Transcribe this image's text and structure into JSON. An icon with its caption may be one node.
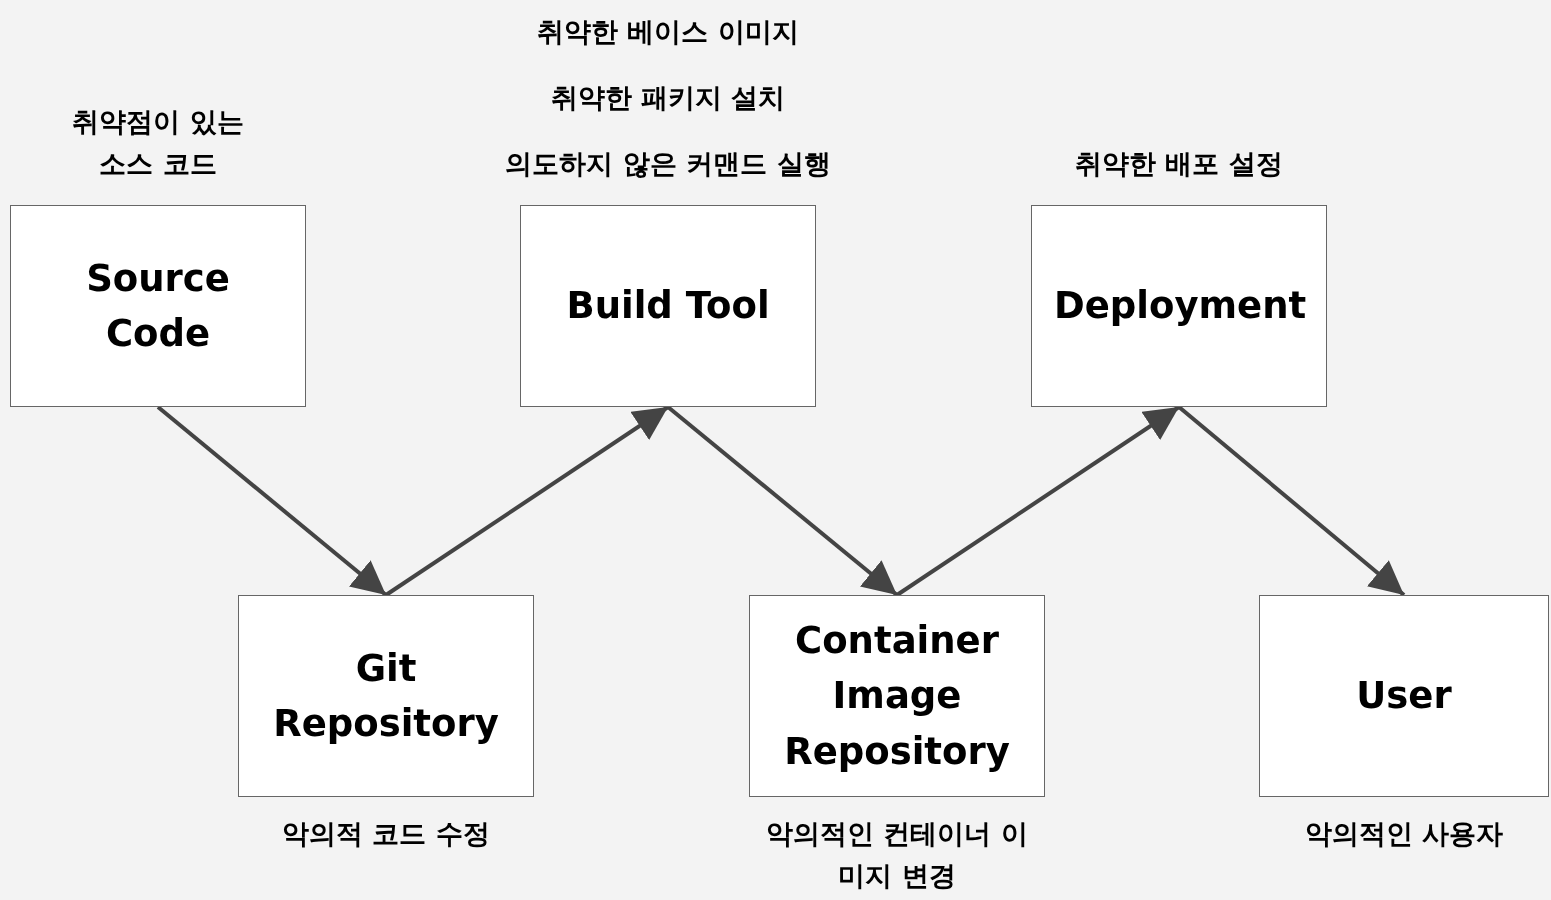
{
  "diagram": {
    "nodes": [
      {
        "text": [
          "Source Code"
        ],
        "beside": [
          "취약점이 있는 소스 코드"
        ]
      },
      {
        "text": [
          "Build Tool"
        ],
        "beside": [
          "취약한 베이스 이미지",
          "취약한 패키지 설치",
          "의도하지 않은 커맨드 실행"
        ]
      },
      {
        "text": [
          "Deployment"
        ],
        "beside": [
          "취약한 배포 설정"
        ]
      },
      {
        "text": [
          "Git Repository"
        ],
        "beside": [
          "악의적 코드 수정"
        ]
      },
      {
        "text": [
          "Container Image Repository"
        ],
        "beside": [
          "악의적인 컨테이너 이미지 변경"
        ]
      },
      {
        "text": [
          "User"
        ],
        "beside": [
          "악의적인 사용자"
        ]
      }
    ],
    "edges": [
      {
        "from": 0,
        "to": 3,
        "arrow": "to"
      },
      {
        "from": 3,
        "to": 1,
        "arrow": "to"
      },
      {
        "from": 1,
        "to": 4,
        "arrow": "to"
      },
      {
        "from": 4,
        "to": 2,
        "arrow": "to"
      },
      {
        "from": 2,
        "to": 5,
        "arrow": "to"
      }
    ]
  }
}
